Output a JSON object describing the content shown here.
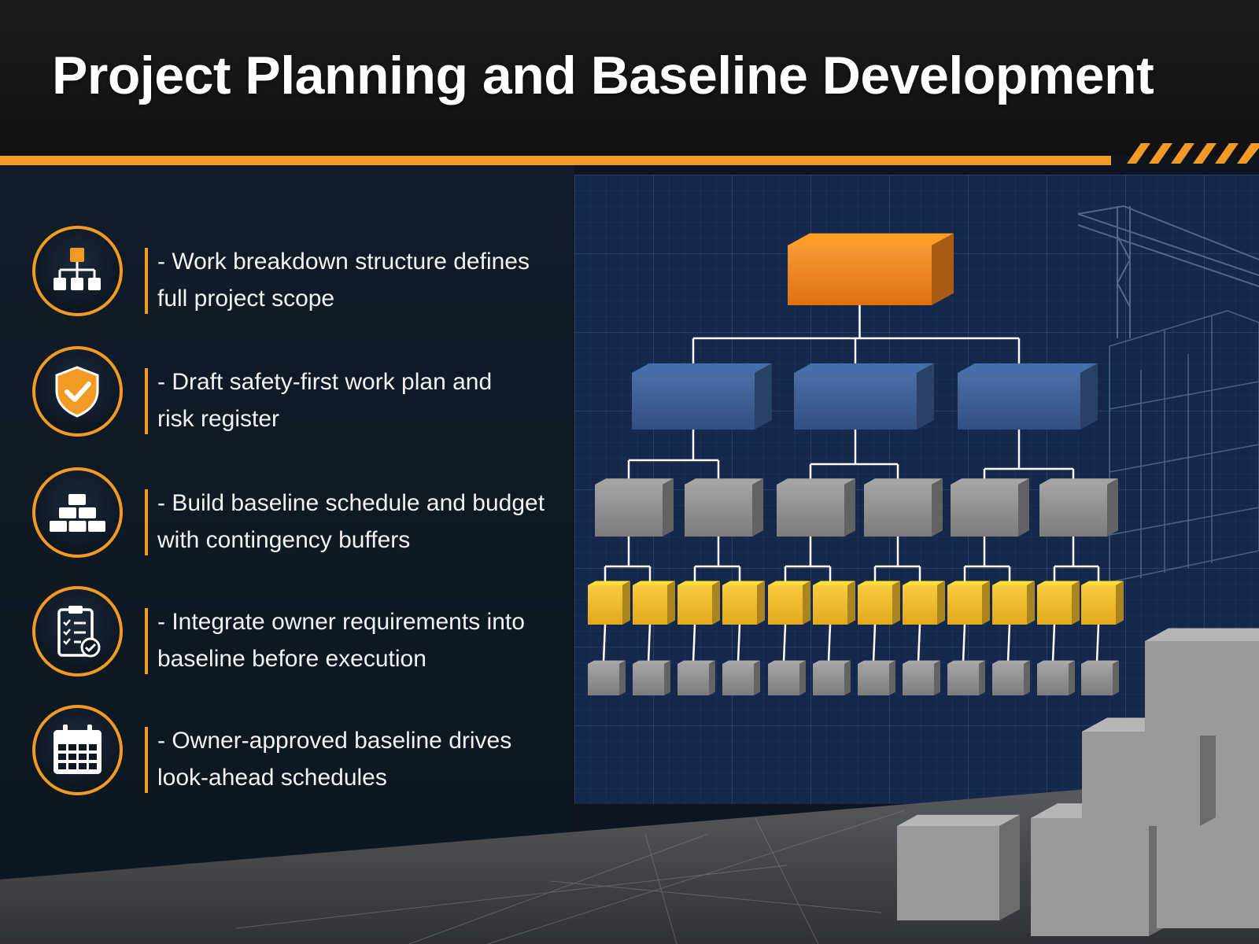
{
  "title": "Project Planning and Baseline Development",
  "colors": {
    "accent": "#f39a25",
    "panel": "#0c1520",
    "blueprint": "#15284b",
    "top_block": "#f0841f",
    "level2_block": "#3b5d93",
    "level3_block": "#8c8c8c",
    "level4_block": "#f2bd2c",
    "level5_block": "#8e8e8e"
  },
  "items": [
    {
      "icon": "hierarchy-icon",
      "text": "- Work breakdown structure defines\nfull project scope"
    },
    {
      "icon": "shield-check-icon",
      "text": "- Draft safety-first work plan and\nrisk register"
    },
    {
      "icon": "stacked-blocks-icon",
      "text": "- Build baseline schedule and budget\nwith contingency buffers"
    },
    {
      "icon": "clipboard-checklist-icon",
      "text": "- Integrate owner requirements into\nbaseline before execution"
    },
    {
      "icon": "calendar-icon",
      "text": "- Owner-approved baseline drives\nlook-ahead schedules"
    }
  ],
  "diagram": {
    "levels": [
      {
        "name": "program",
        "color": "#f0841f",
        "count": 1
      },
      {
        "name": "phase",
        "color": "#3b5d93",
        "count": 3
      },
      {
        "name": "deliverable",
        "color": "#8c8c8c",
        "count": 6
      },
      {
        "name": "work-package",
        "color": "#f2bd2c",
        "count": 12
      },
      {
        "name": "activity",
        "color": "#8e8e8e",
        "count": 12
      }
    ],
    "decor": [
      "tower-crane",
      "building-frame",
      "concrete-cubes"
    ]
  }
}
